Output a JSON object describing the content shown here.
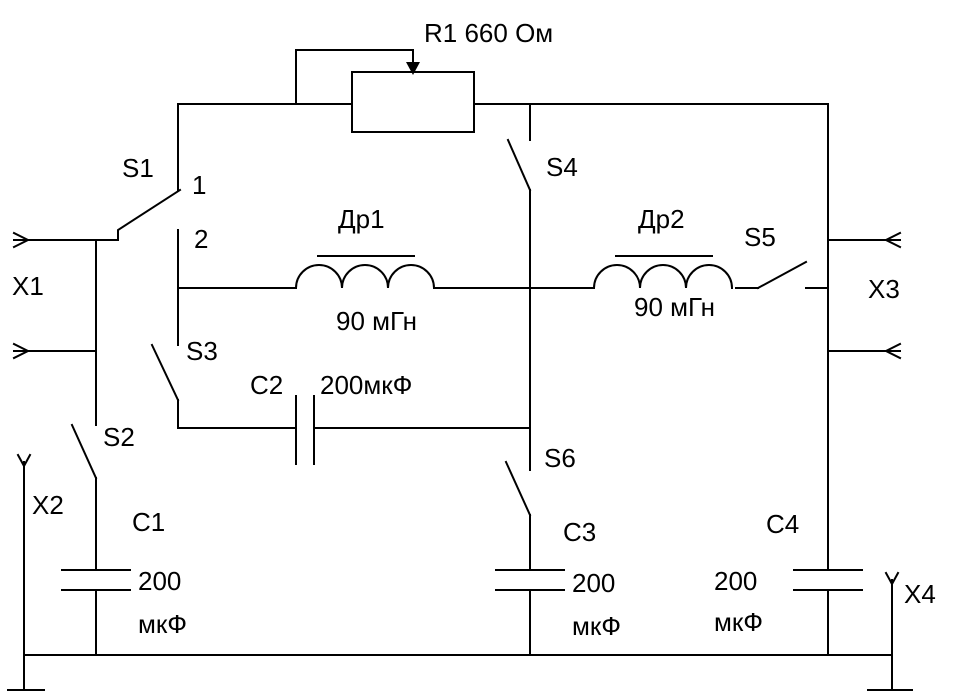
{
  "resistor": {
    "label": "R1 660 Ом"
  },
  "switches": {
    "s1": {
      "label": "S1",
      "pos1": "1",
      "pos2": "2"
    },
    "s2": {
      "label": "S2"
    },
    "s3": {
      "label": "S3"
    },
    "s4": {
      "label": "S4"
    },
    "s5": {
      "label": "S5"
    },
    "s6": {
      "label": "S6"
    }
  },
  "inductors": {
    "dr1": {
      "label": "Др1",
      "value": "90 мГн"
    },
    "dr2": {
      "label": "Др2",
      "value": "90 мГн"
    }
  },
  "capacitors": {
    "c1": {
      "label": "C1",
      "value_line1": "200",
      "value_line2": "мкФ"
    },
    "c2": {
      "label": "C2",
      "value": "200мкФ"
    },
    "c3": {
      "label": "C3",
      "value_line1": "200",
      "value_line2": "мкФ"
    },
    "c4": {
      "label": "C4",
      "value_line1": "200",
      "value_line2": "мкФ"
    }
  },
  "connectors": {
    "x1": {
      "label": "X1"
    },
    "x2": {
      "label": "X2"
    },
    "x3": {
      "label": "X3"
    },
    "x4": {
      "label": "X4"
    }
  }
}
